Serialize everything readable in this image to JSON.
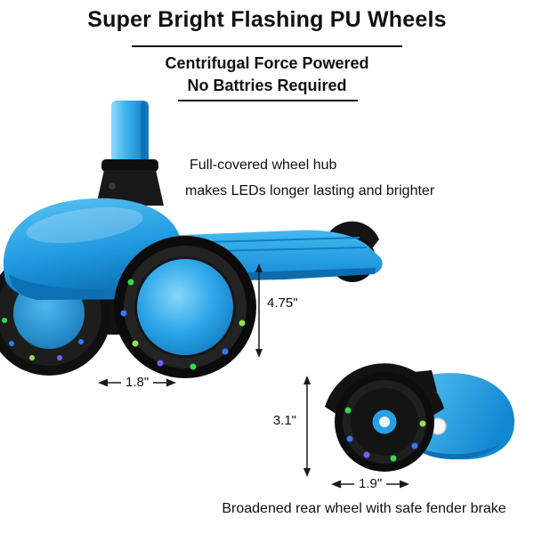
{
  "header": {
    "title": "Super Bright Flashing PU Wheels",
    "subtitle_line1": "Centrifugal Force Powered",
    "subtitle_line2": "No Battries Required"
  },
  "annotations": {
    "hub_line1": "Full-covered wheel hub",
    "hub_line2": "makes LEDs longer lasting and brighter",
    "footer": "Broadened rear wheel with safe fender brake"
  },
  "dimensions": {
    "deck_height": "4.75\"",
    "front_wheel_width": "1.8\"",
    "rear_wheel_height": "3.1\"",
    "rear_wheel_width": "1.9\""
  },
  "colors": {
    "scooter_blue": "#2ea7ea",
    "scooter_blue_dark": "#0e74ba",
    "frame_black": "#141414",
    "led_green": "#35d94e",
    "led_blue": "#2f7bff",
    "led_purple": "#7a5cff",
    "text_black": "#111111"
  }
}
